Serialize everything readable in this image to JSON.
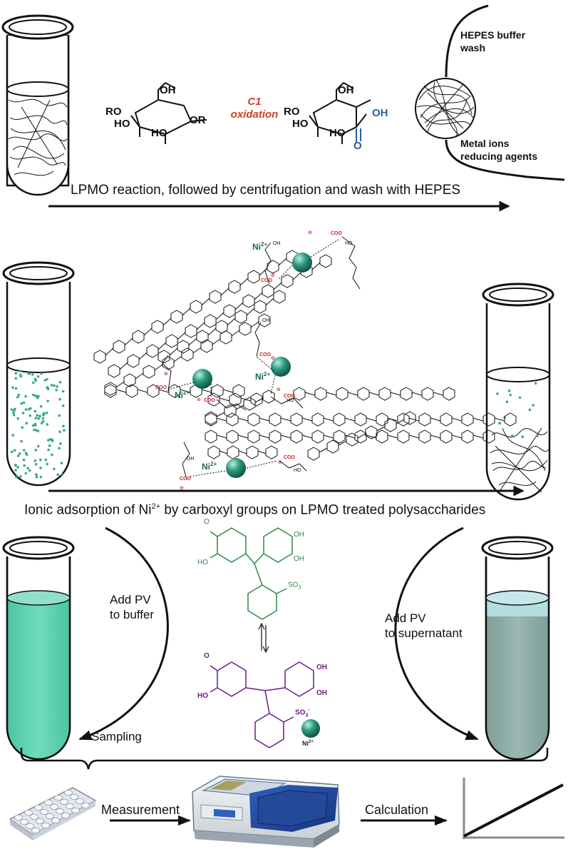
{
  "row1": {
    "reactant": {
      "oh": "OH",
      "ro": "RO",
      "ho1": "HO",
      "ho2": "HO",
      "or": "OR"
    },
    "oxidation": {
      "line1": "C1",
      "line2": "oxidation"
    },
    "product": {
      "oh": "OH",
      "ro": "RO",
      "ho1": "HO",
      "ho2": "HO",
      "acid_oh": "OH",
      "acid_o": "O"
    },
    "hepes_label": "HEPES buffer\nwash",
    "metal_label": "Metal ions\nreducing agents",
    "caption": "LPMO reaction, followed by centrifugation and wash with HEPES"
  },
  "row2": {
    "ni_label": "Ni",
    "ni_charge": "2+",
    "coo_label": "COO",
    "oh_label": "OH",
    "ho_label": "HO",
    "minus": "⊖",
    "caption_pre": "Ionic adsorption of Ni",
    "caption_sup": "2+",
    "caption_post": " by carboxyl groups on LPMO treated polysaccharides"
  },
  "row3": {
    "left_label": "Add PV\nto buffer",
    "right_label": "Add PV\nto supernatant",
    "sampling": "Sampling",
    "pv_top": {
      "o": "O",
      "ho": "HO",
      "oh1": "OH",
      "oh2": "OH",
      "so3": "SO",
      "so3_sub": "3",
      "so3_sup": "-"
    },
    "pv_bottom": {
      "o": "O",
      "ho": "HO",
      "oh1": "OH",
      "oh2": "OH",
      "so3": "SO",
      "so3_sub": "3",
      "so3_sup": "-"
    },
    "ni": "Ni",
    "ni_charge": "2+"
  },
  "row4": {
    "measurement": "Measurement",
    "calculation": "Calculation"
  },
  "colors": {
    "ni_sphere": "#2e9a80",
    "pv_green": "#2b8a45",
    "pv_purple": "#6a1a8a",
    "oxidation_red": "#d04020",
    "acid_blue": "#2a5f9e",
    "tube_green_liquid": "#5fcfb0",
    "tube_blue_liquid": "#a9d8d9",
    "tube_gray_liquid": "#8aa8a2"
  }
}
